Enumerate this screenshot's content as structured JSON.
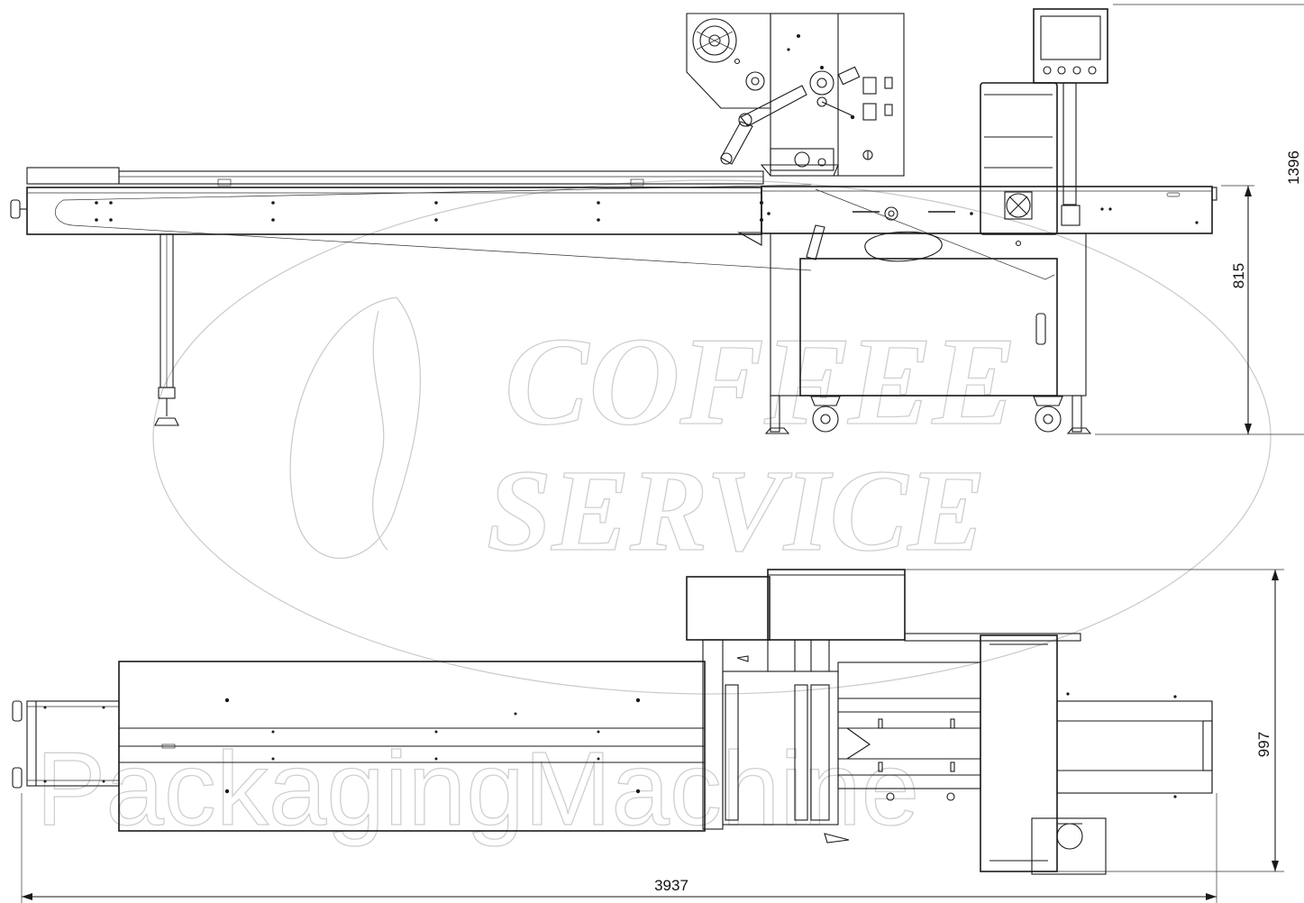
{
  "dimensions": {
    "overall_height": "1396",
    "table_height": "815",
    "overall_width": "997",
    "overall_length": "3937"
  },
  "watermark": {
    "line1": "COFFEE",
    "line2": "SERVICE",
    "line3": "PackagingMachine"
  },
  "colors": {
    "line": "#1a1a1a",
    "watermark": "#cfcfcf"
  }
}
